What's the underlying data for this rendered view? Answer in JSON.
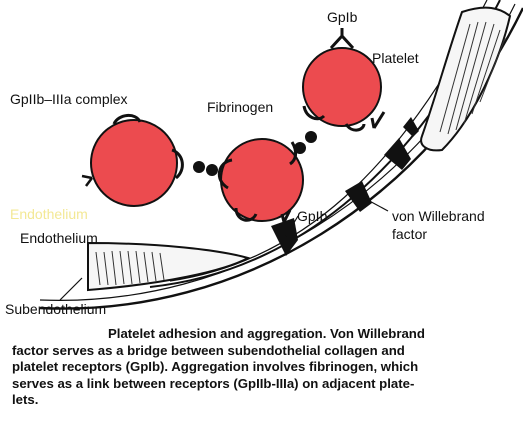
{
  "colors": {
    "platelet_fill": "#ec4b4f",
    "ink": "#111111",
    "vessel_fill": "#f6f6f6",
    "ghost_text": "#f2e68a"
  },
  "labels": {
    "gpib_top": "GpIb",
    "platelet": "Platelet",
    "gpiib_complex": "GpIIb–IIIa complex",
    "fibrinogen": "Fibrinogen",
    "gpib_bottom": "GpIb",
    "vwf_line1": "von Willebrand",
    "vwf_line2": "factor",
    "endothelium_ghost": "Endothelium",
    "endothelium": "Endothelium",
    "subendothelium": "Subendothelium"
  },
  "caption": {
    "line1": "Platelet adhesion and aggregation. Von Willebrand",
    "line2": "factor serves as a bridge between subendothelial collagen and",
    "line3": "platelet receptors (GpIb). Aggregation involves fibrinogen, which",
    "line4": "serves as a link between receptors (GpIIb-IIIa) on adjacent plate-",
    "line5": "lets."
  }
}
